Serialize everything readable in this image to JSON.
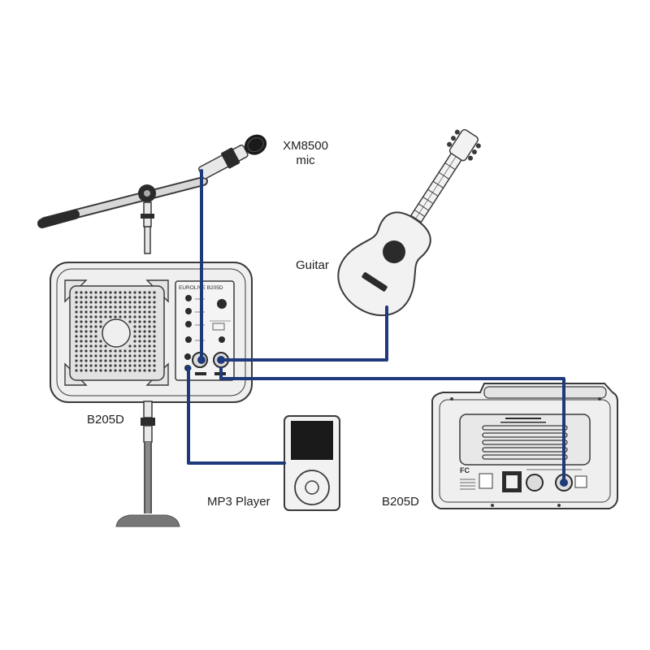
{
  "labels": {
    "mic_model": "XM8500",
    "mic_word": "mic",
    "guitar": "Guitar",
    "speaker_front": "B205D",
    "mp3_player": "MP3 Player",
    "speaker_rear": "B205D"
  },
  "panel_text": {
    "brand": "EUROLIVE B205D"
  },
  "colors": {
    "cable": "#1e3a7b",
    "outline": "#3a3a3a",
    "body_fill": "#efefef",
    "dark": "#2b2b2b"
  }
}
